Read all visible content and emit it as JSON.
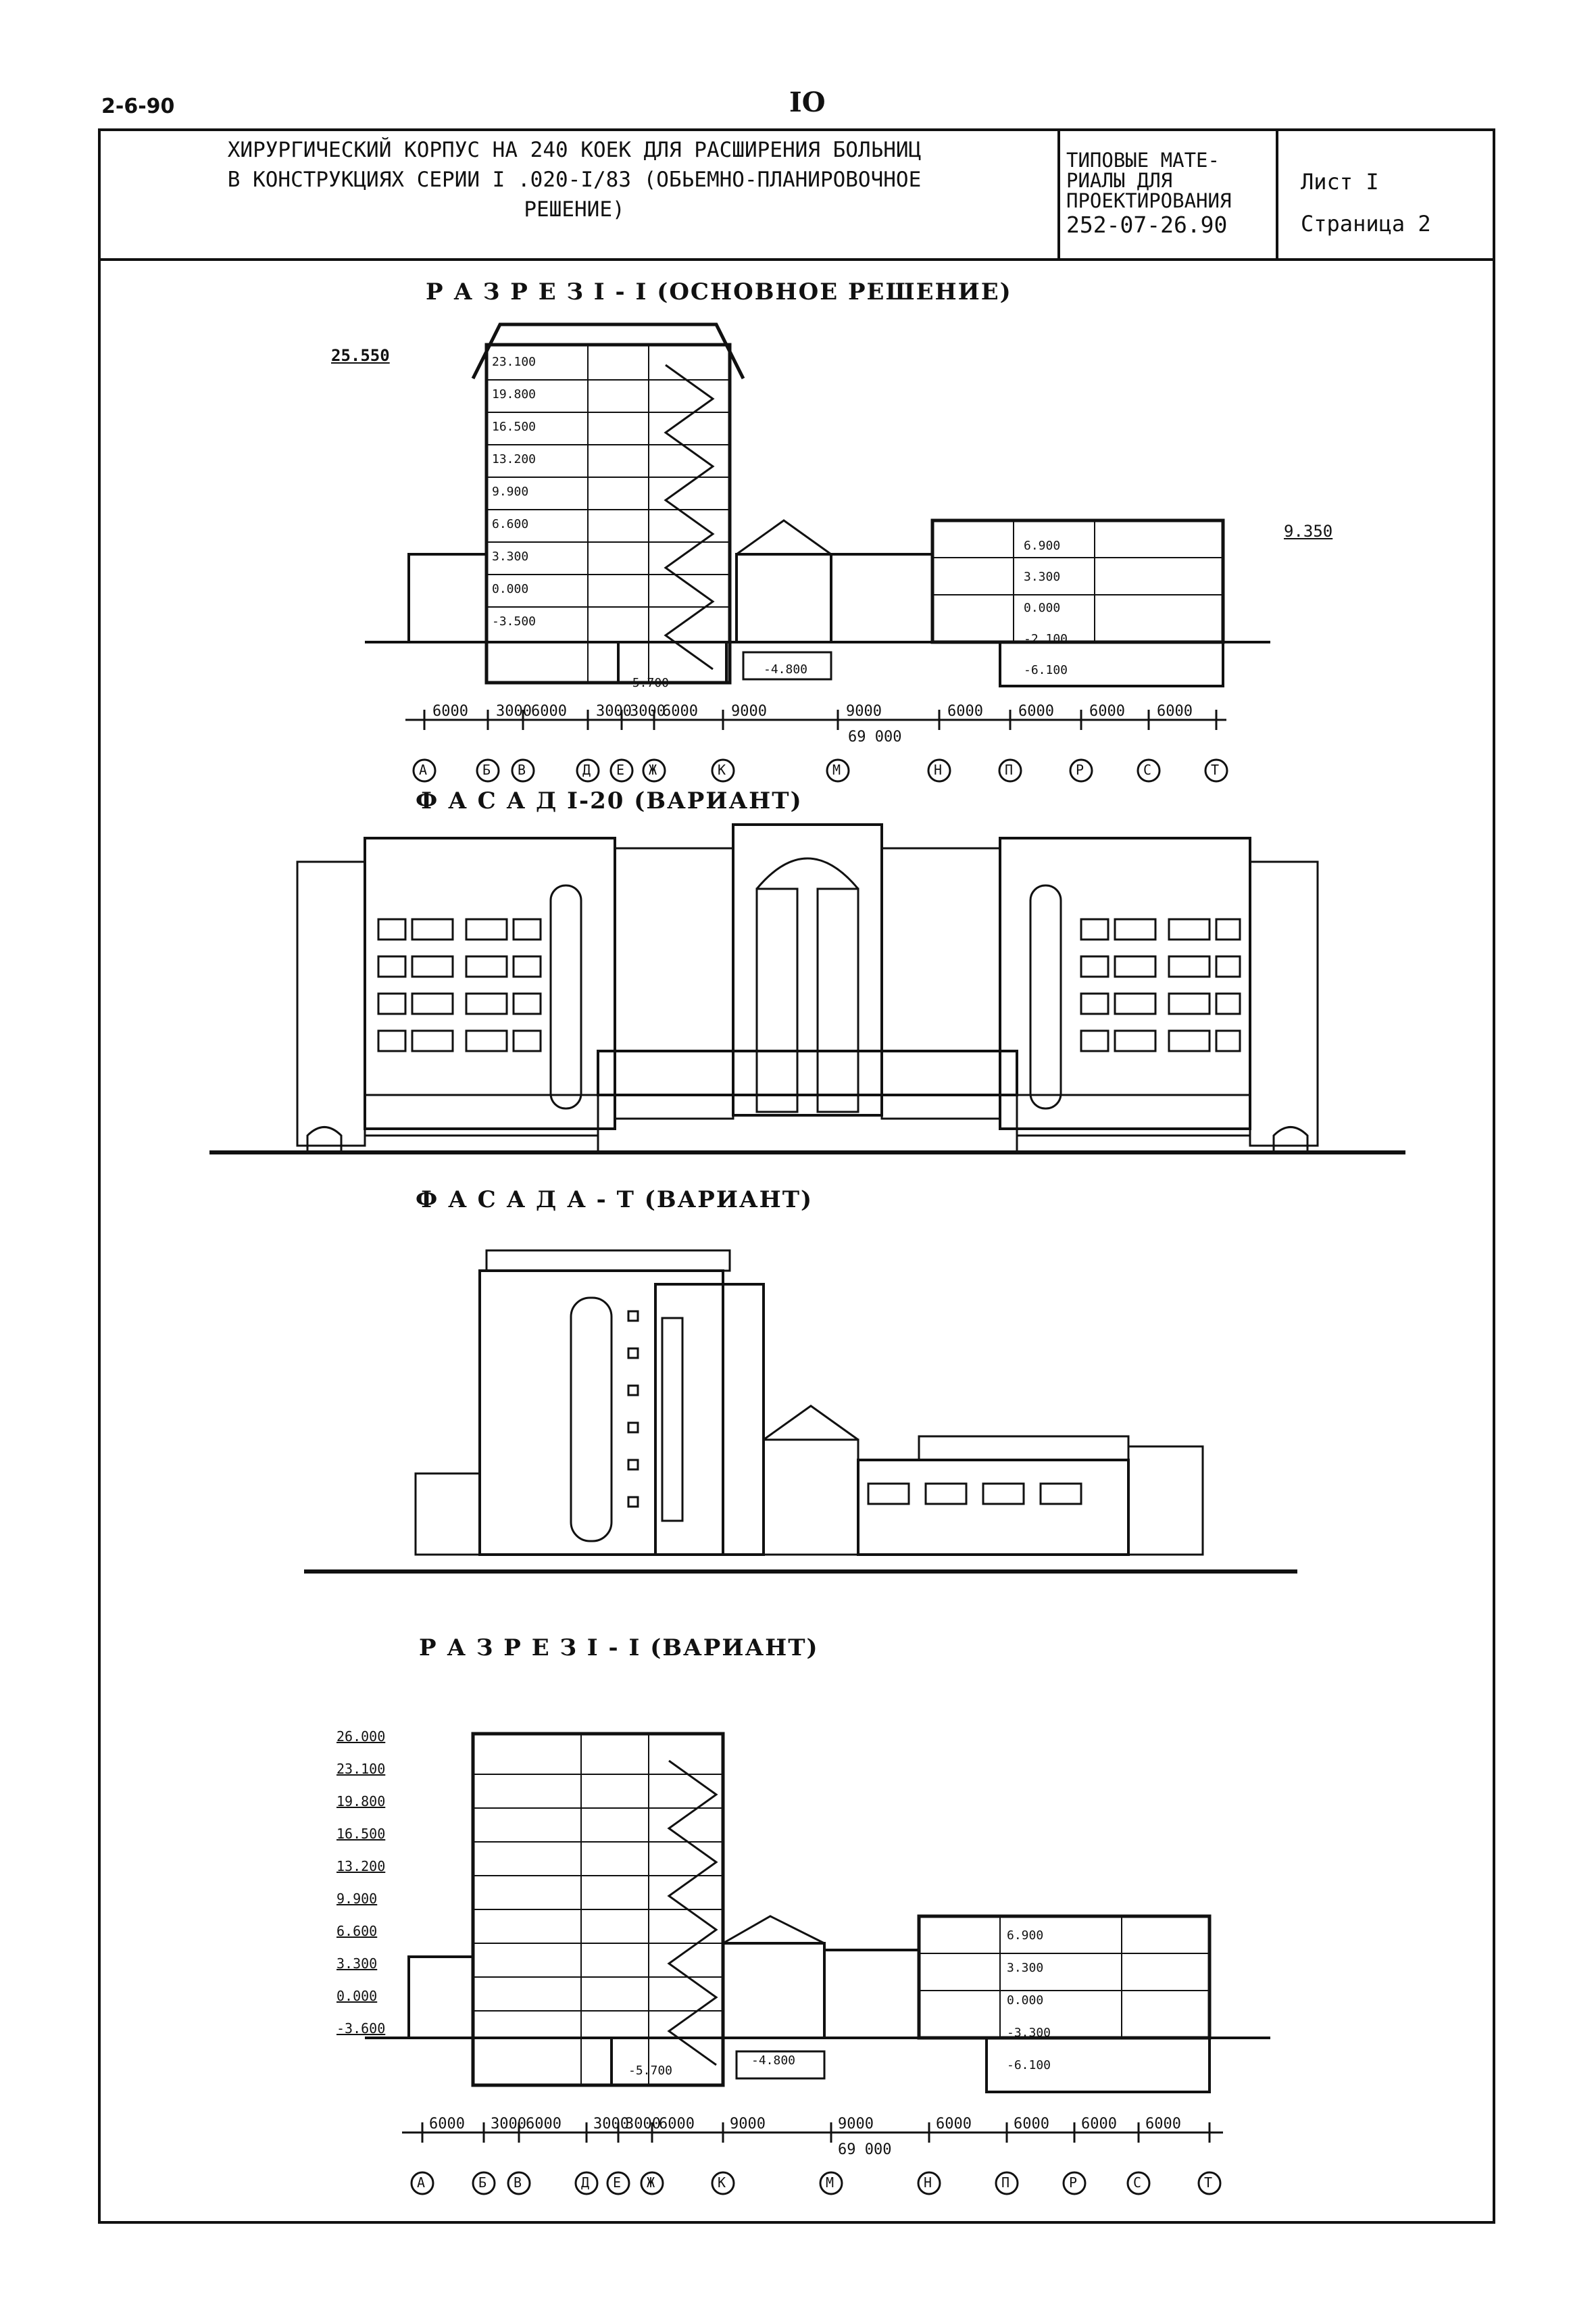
{
  "header": {
    "code": "2-6-90",
    "page_number": "IO"
  },
  "title_block": {
    "title_lines": [
      "ХИРУРГИЧЕСКИЙ КОРПУС НА 240 КОЕК ДЛЯ РАСШИРЕНИЯ БОЛЬНИЦ",
      "В КОНСТРУКЦИЯХ СЕРИИ I .020-I/83 (ОБЬЕМНО-ПЛАНИРОВОЧНОЕ",
      "РЕШЕНИЕ)"
    ],
    "series_lines": [
      "ТИПОВЫЕ МАТЕ-",
      "РИАЛЫ ДЛЯ",
      "ПРОЕКТИРОВАНИЯ",
      "252-07-26.90"
    ],
    "sheet": "Лист I",
    "page": "Страница 2"
  },
  "sections": {
    "section1": {
      "title": "Р А З Р Е З   I - I   (ОСНОВНОЕ РЕШЕНИЕ)",
      "top_mark": "25.550",
      "right_mark": "9.350",
      "levels_left": [
        "23.100",
        "19.800",
        "16.500",
        "13.200",
        "9.900",
        "6.600",
        "3.300",
        "0.000",
        "-3.500"
      ],
      "levels_right": [
        "6.900",
        "3.300",
        "0.000",
        "-2.100",
        "-6.100"
      ],
      "pit_marks": [
        "-5.700",
        "-4.800"
      ],
      "dims": [
        "6000",
        "3000",
        "6000",
        "3000",
        "3000",
        "6000",
        "9000",
        "9000",
        "6000",
        "6000",
        "6000",
        "6000"
      ],
      "total": "69 000",
      "axes": [
        "А",
        "Б",
        "В",
        "Д",
        "Е",
        "Ж",
        "К",
        "М",
        "Н",
        "П",
        "Р",
        "С",
        "Т"
      ]
    },
    "facade1": {
      "title": "Ф А С А Д  I-20 (ВАРИАНТ)"
    },
    "facade2": {
      "title": "Ф А С А Д  А - Т (ВАРИАНТ)"
    },
    "section2": {
      "title": "Р А З Р Е З   I - I (ВАРИАНТ)",
      "levels_left": [
        "26.000",
        "23.100",
        "19.800",
        "16.500",
        "13.200",
        "9.900",
        "6.600",
        "3.300",
        "0.000",
        "-3.600"
      ],
      "levels_right": [
        "6.900",
        "3.300",
        "0.000",
        "-3.300",
        "-6.100"
      ],
      "pit_marks": [
        "-5.700",
        "-4.800"
      ],
      "dims": [
        "6000",
        "3000",
        "6000",
        "3000",
        "3000",
        "6000",
        "9000",
        "9000",
        "6000",
        "6000",
        "6000",
        "6000"
      ],
      "total": "69 000",
      "axes": [
        "А",
        "Б",
        "В",
        "Д",
        "Е",
        "Ж",
        "К",
        "М",
        "Н",
        "П",
        "Р",
        "С",
        "Т"
      ]
    }
  }
}
